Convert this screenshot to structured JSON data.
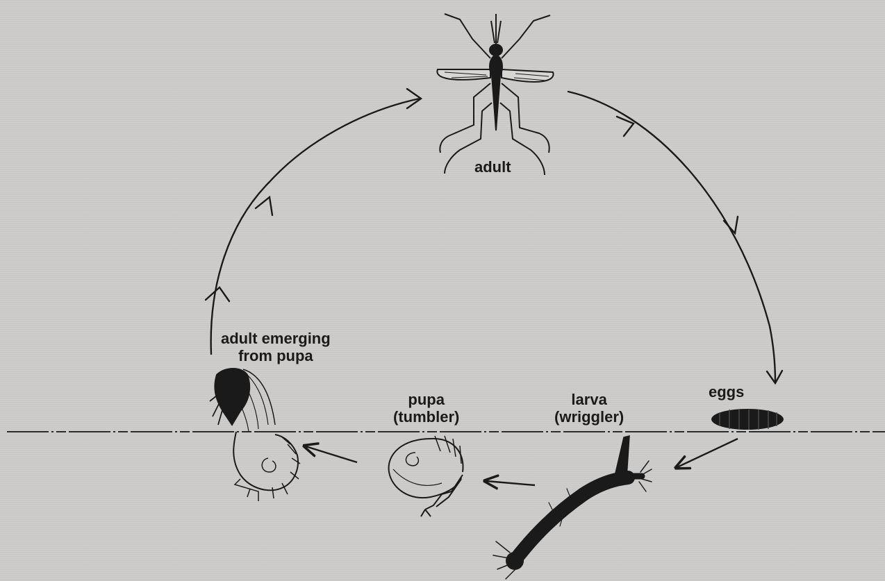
{
  "labels": {
    "adult": "adult",
    "eggs": "eggs",
    "larva": [
      "larva",
      "(wriggler)"
    ],
    "pupa": [
      "pupa",
      "(tumbler)"
    ],
    "emerging": [
      "adult emerging",
      "from pupa"
    ]
  },
  "colors": {
    "background": "#cdcbc9",
    "ink": "#1a1a1a"
  }
}
